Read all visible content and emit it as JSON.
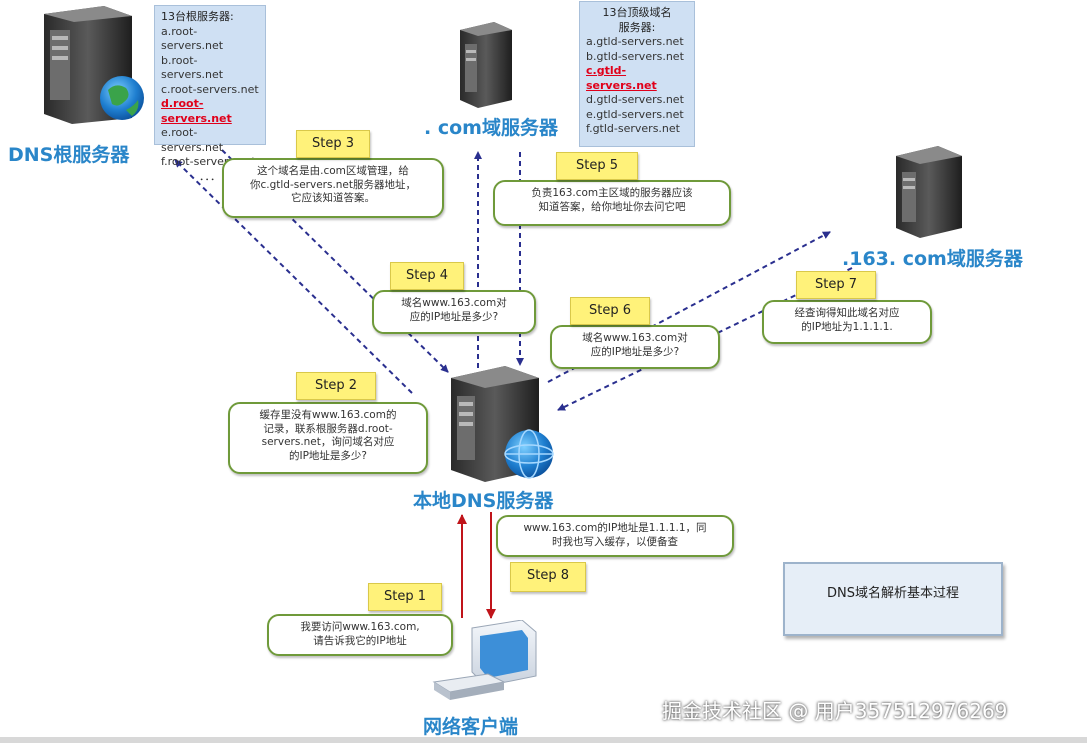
{
  "nodes": {
    "root_label": "DNS根服务器",
    "com_label": ". com域服务器",
    "s163_label": ".163. com域服务器",
    "local_label": "本地DNS服务器",
    "client_label": "网络客户端"
  },
  "root_panel": {
    "title": "13台根服务器:",
    "items": [
      "a.root-servers.net",
      "b.root-servers.net",
      "c.root-servers.net",
      "d.root-servers.net",
      "e.root-servers.net",
      "f.root-servers.net",
      "．．．"
    ]
  },
  "gtld_panel": {
    "title_1": "13台顶级域名",
    "title_2": "服务器:",
    "items": [
      "a.gtld-servers.net",
      "b.gtld-servers.net",
      "c.gtld-servers.net",
      "d.gtld-servers.net",
      "e.gtld-servers.net",
      "f.gtld-servers.net"
    ]
  },
  "steps": {
    "s1": "Step 1",
    "s2": "Step 2",
    "s3": "Step 3",
    "s4": "Step 4",
    "s5": "Step 5",
    "s6": "Step 6",
    "s7": "Step 7",
    "s8": "Step 8"
  },
  "bubbles": {
    "b1_l1": "我要访问www.163.com,",
    "b1_l2": "请告诉我它的IP地址",
    "b2_l1": "缓存里没有www.163.com的",
    "b2_l2": "记录，联系根服务器d.root-",
    "b2_l3": "servers.net，询问域名对应",
    "b2_l4": "的IP地址是多少?",
    "b3_l1": "这个域名是由.com区域管理，给",
    "b3_l2": "你c.gtld-servers.net服务器地址，",
    "b3_l3": "它应该知道答案。",
    "b4_l1": "域名www.163.com对",
    "b4_l2": "应的IP地址是多少?",
    "b5_l1": "负责163.com主区域的服务器应该",
    "b5_l2": "知道答案，给你地址你去问它吧",
    "b6_l1": "域名www.163.com对",
    "b6_l2": "应的IP地址是多少?",
    "b7_l1": "经查询得知此域名对应",
    "b7_l2": "的IP地址为1.1.1.1.",
    "b8_l1": "www.163.com的IP地址是1.1.1.1，同",
    "b8_l2": "时我也写入缓存，以便备查"
  },
  "caption": "DNS域名解析基本过程",
  "watermark": "掘金技术社区 @ 用户357512976269",
  "colors": {
    "arrow_blue": "#2a2f8f",
    "arrow_red": "#c0141a",
    "bubble_border": "#6f9a3a",
    "step_fill": "#fff27a",
    "label_blue": "#2a86c9",
    "highlight_red": "#e0001a"
  }
}
